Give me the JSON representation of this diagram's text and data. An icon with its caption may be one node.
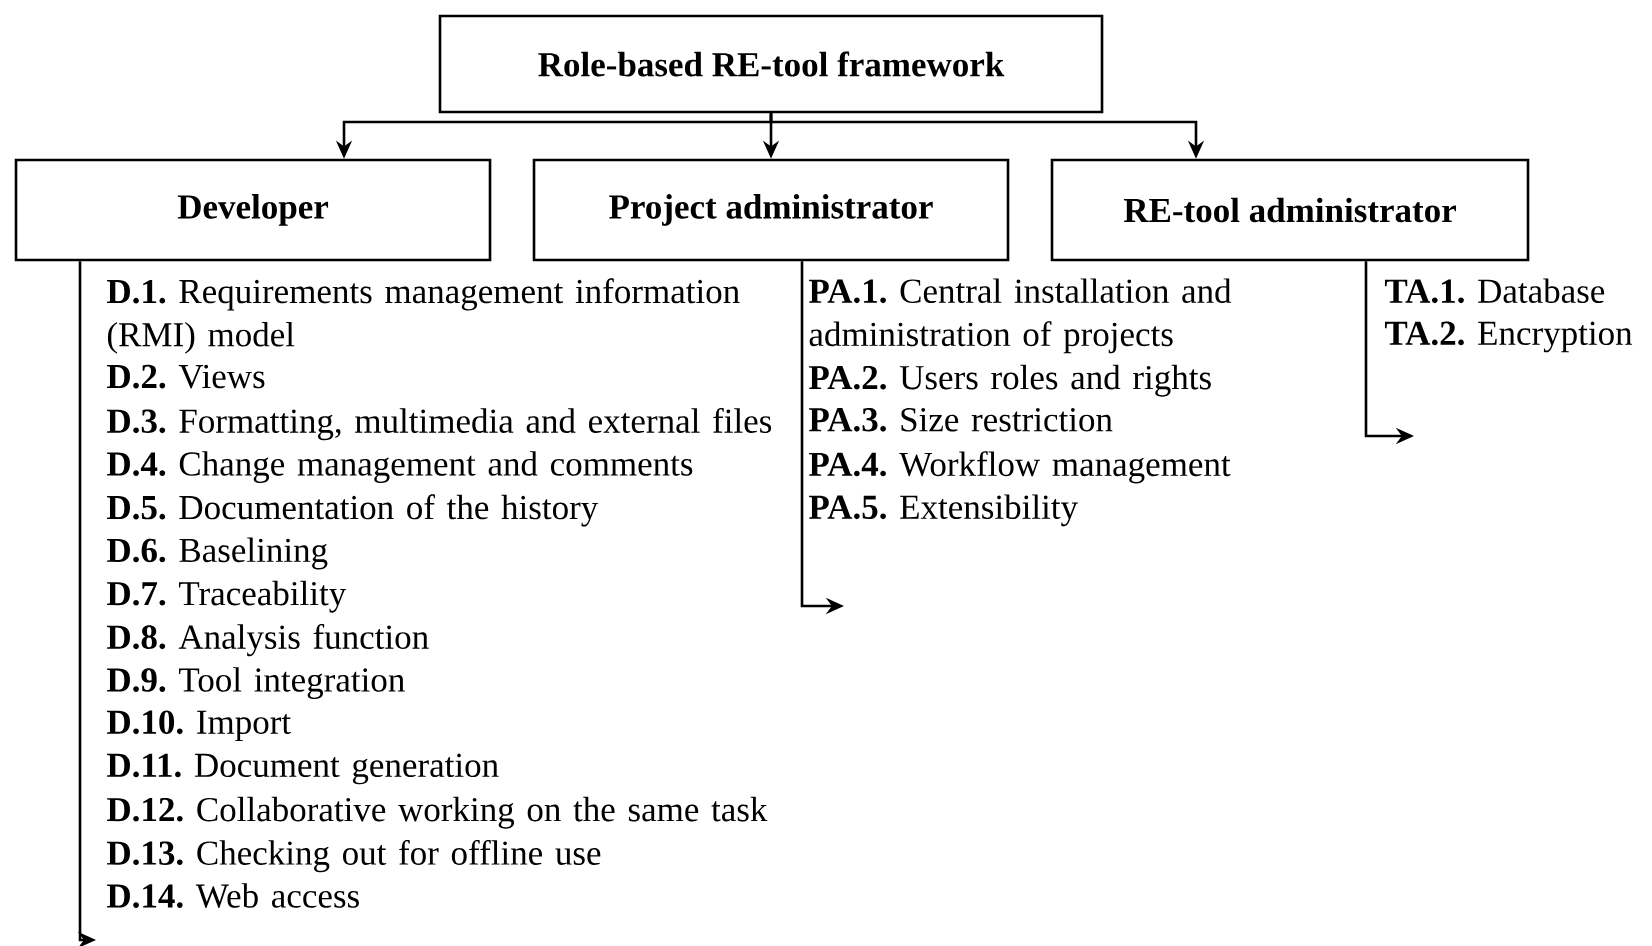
{
  "diagram": {
    "nodes": [
      {
        "text": [
          "Role-based RE-tool framework"
        ]
      },
      {
        "text": [
          "Developer"
        ]
      },
      {
        "text": [
          "Project administrator"
        ]
      },
      {
        "text": [
          "RE-tool administrator"
        ]
      }
    ],
    "edges": [
      {
        "from": 0,
        "to": 1,
        "arrow": "to"
      },
      {
        "from": 0,
        "to": 2,
        "arrow": "to"
      },
      {
        "from": 0,
        "to": 3,
        "arrow": "to"
      },
      {
        "from": 1,
        "to": null,
        "arrow": "to"
      },
      {
        "from": 2,
        "to": null,
        "arrow": "to"
      },
      {
        "from": 3,
        "to": null,
        "arrow": "to"
      }
    ],
    "labels": [
      "**D.1.** Requirements management information (RMI) model",
      "**D.2.** Views",
      "**D.3.** Formatting, multimedia and external files",
      "**D.4.** Change management and comments",
      "**D.5.** Documentation of the history",
      "**D.6.** Baselining",
      "**D.7.** Traceability",
      "**D.8.** Analysis function",
      "**D.9.** Tool integration",
      "**D.10.** Import",
      "**D.11.** Document generation",
      "**D.12.** Collaborative working on the same task",
      "**D.13.** Checking out for offline use",
      "**D.14.** Web access",
      "**PA.1.** Central installation and administration of projects",
      "**PA.2.** Users roles and rights",
      "**PA.3.** Size restriction",
      "**PA.4.** Workflow management",
      "**PA.5.** Extensibility",
      "**TA.1.** Database",
      "**TA.2.** Encryption"
    ]
  }
}
